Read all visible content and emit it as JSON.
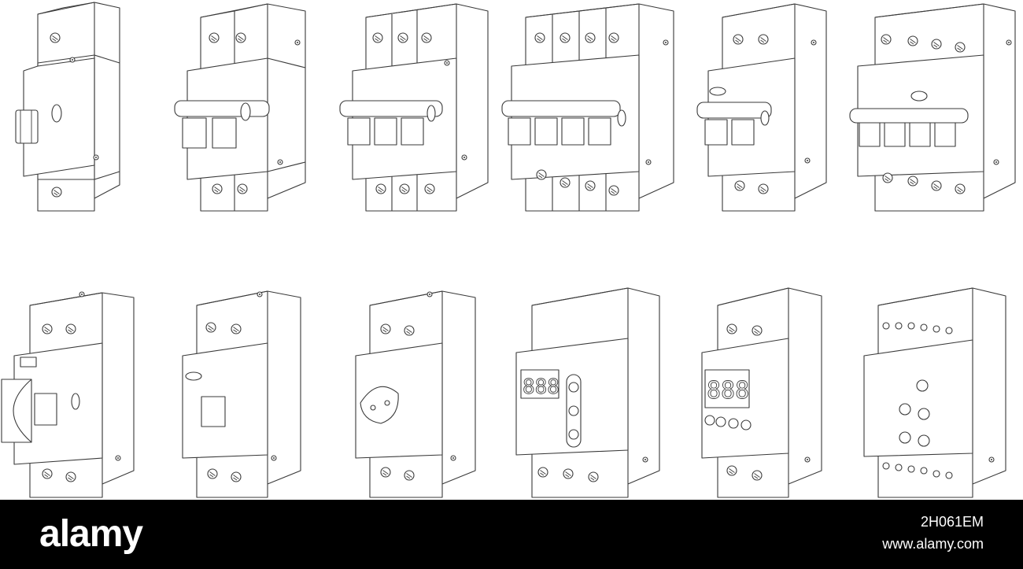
{
  "illustration": {
    "subject": "Line-art set of DIN-rail modular electrical devices",
    "row_top": [
      "1-pole breaker",
      "2-pole breaker",
      "3-pole breaker",
      "4-pole breaker",
      "2-pole RCD",
      "4-pole RCD"
    ],
    "row_bottom": [
      "RCBO",
      "1-pole breaker with indicator",
      "DIN socket",
      "digital display relay",
      "digital meter",
      "terminal relay"
    ]
  },
  "footer": {
    "logo": "alamy",
    "image_id": "2H061EM",
    "site": "www.alamy.com"
  },
  "colors": {
    "footer_bg": "#000000",
    "footer_text": "#ffffff",
    "line": "#3a3a3a"
  }
}
